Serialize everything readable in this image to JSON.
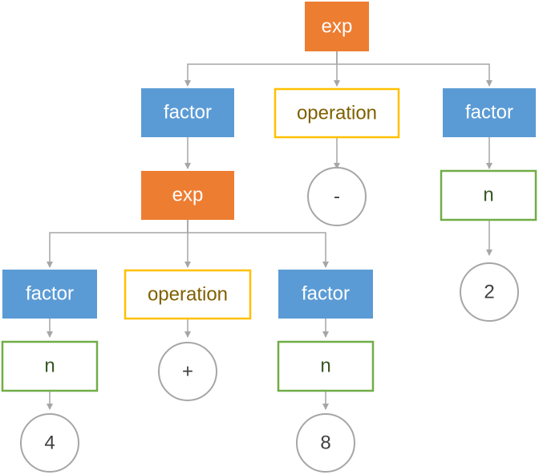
{
  "colors": {
    "exp_fill": "#ed7d31",
    "factor_fill": "#5b9bd5",
    "operation_border": "#ffc000",
    "operation_text": "#7f6000",
    "n_border": "#70ad47",
    "n_text": "#375623",
    "literal_border": "#a6a6a6",
    "literal_text": "#404040",
    "edge": "#a6a6a6"
  },
  "nodes": {
    "root_exp": "exp",
    "root_factor_left": "factor",
    "root_operation": "operation",
    "root_factor_right": "factor",
    "inner_exp": "exp",
    "root_op_symbol": "-",
    "right_n": "n",
    "right_value": "2",
    "inner_factor_left": "factor",
    "inner_operation": "operation",
    "inner_factor_right": "factor",
    "inner_left_n": "n",
    "inner_op_symbol": "+",
    "inner_right_n": "n",
    "inner_left_value": "4",
    "inner_right_value": "8"
  }
}
